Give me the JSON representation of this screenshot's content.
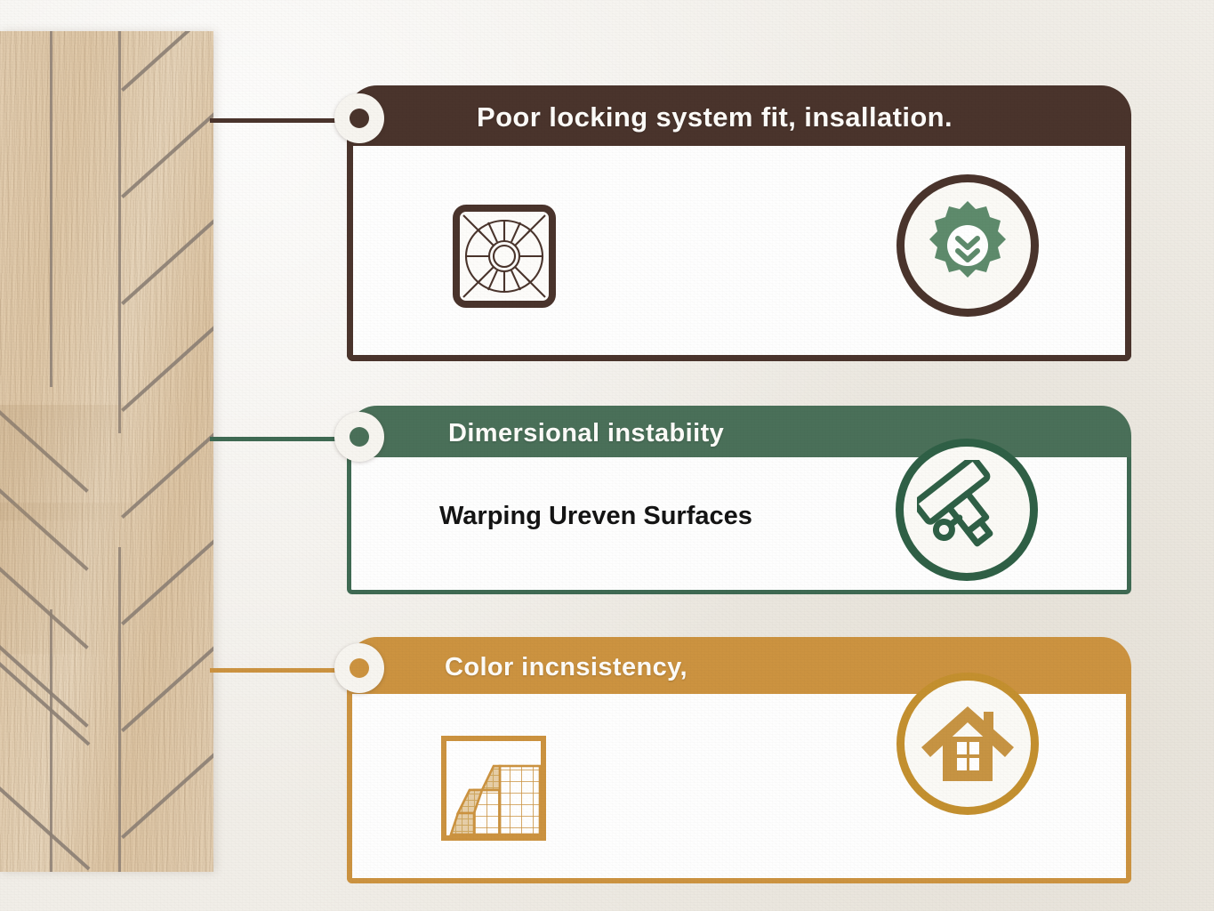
{
  "page": {
    "background_color": "#f1eee8",
    "wood_panel": {
      "name": "herringbone wood flooring panel",
      "base_color": "#e2cdb0",
      "seam_color": "#8c7f74"
    }
  },
  "cards": [
    {
      "id": "card-1",
      "accent_color": "#4a342c",
      "title": "Poor locking system fit,  insallation.",
      "body_text": "",
      "left_icon": "vent-grille-icon",
      "badge_icon": "gear-chevron-down-icon",
      "badge_ring_color": "#4a342c",
      "badge_glyph_color": "#5e8b6c"
    },
    {
      "id": "card-2",
      "accent_color": "#4a7059",
      "title": "Dimersional instabiity",
      "body_text": "Warping Ureven Surfaces",
      "left_icon": "",
      "badge_icon": "trowel-tool-icon",
      "badge_ring_color": "#2f6046",
      "badge_glyph_color": "#2f6046"
    },
    {
      "id": "card-3",
      "accent_color": "#cc9340",
      "title": "Color incnsistency,",
      "body_text": "",
      "left_icon": "tiled-stairs-icon",
      "badge_icon": "house-icon",
      "badge_ring_color": "#c4902f",
      "badge_glyph_color": "#c79443"
    }
  ]
}
